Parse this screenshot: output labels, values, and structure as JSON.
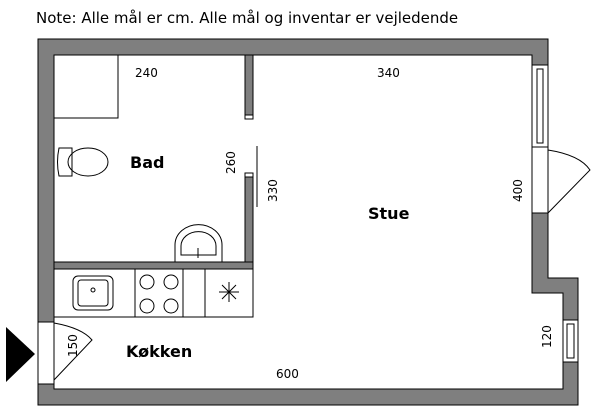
{
  "note": "Note: Alle mål er cm. Alle mål og inventar er vejledende",
  "rooms": {
    "bad": "Bad",
    "stue": "Stue",
    "kokken": "Køkken"
  },
  "dimensions": {
    "d240": "240",
    "d340": "340",
    "d260": "260",
    "d330": "330",
    "d400": "400",
    "d600": "600",
    "d120": "120",
    "d150": "150"
  },
  "colors": {
    "wall": "#7f7f7f",
    "line": "#000000"
  }
}
